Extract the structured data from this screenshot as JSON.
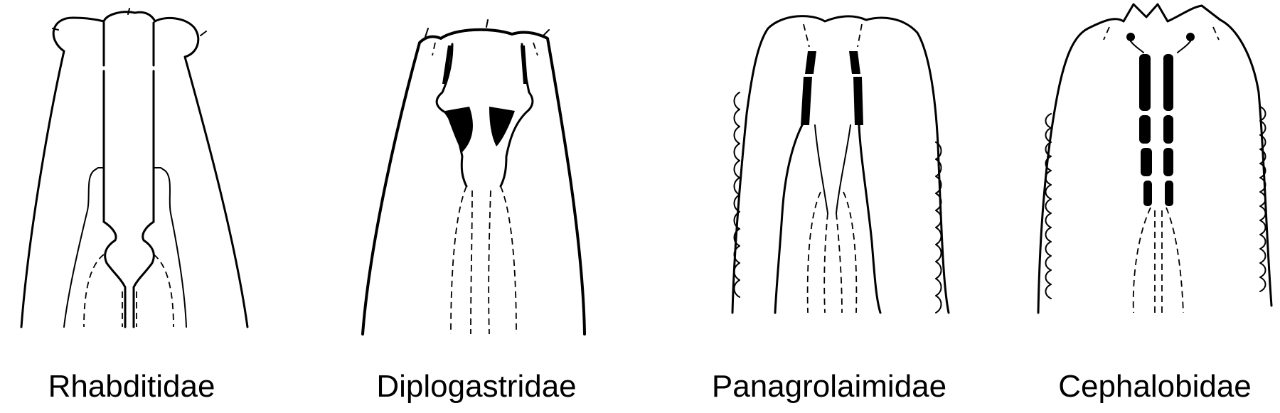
{
  "figure": {
    "panels": [
      {
        "label": "Rhabditidae"
      },
      {
        "label": "Diplogastridae"
      },
      {
        "label": "Panagrolaimidae"
      },
      {
        "label": "Cephalobidae"
      }
    ]
  }
}
